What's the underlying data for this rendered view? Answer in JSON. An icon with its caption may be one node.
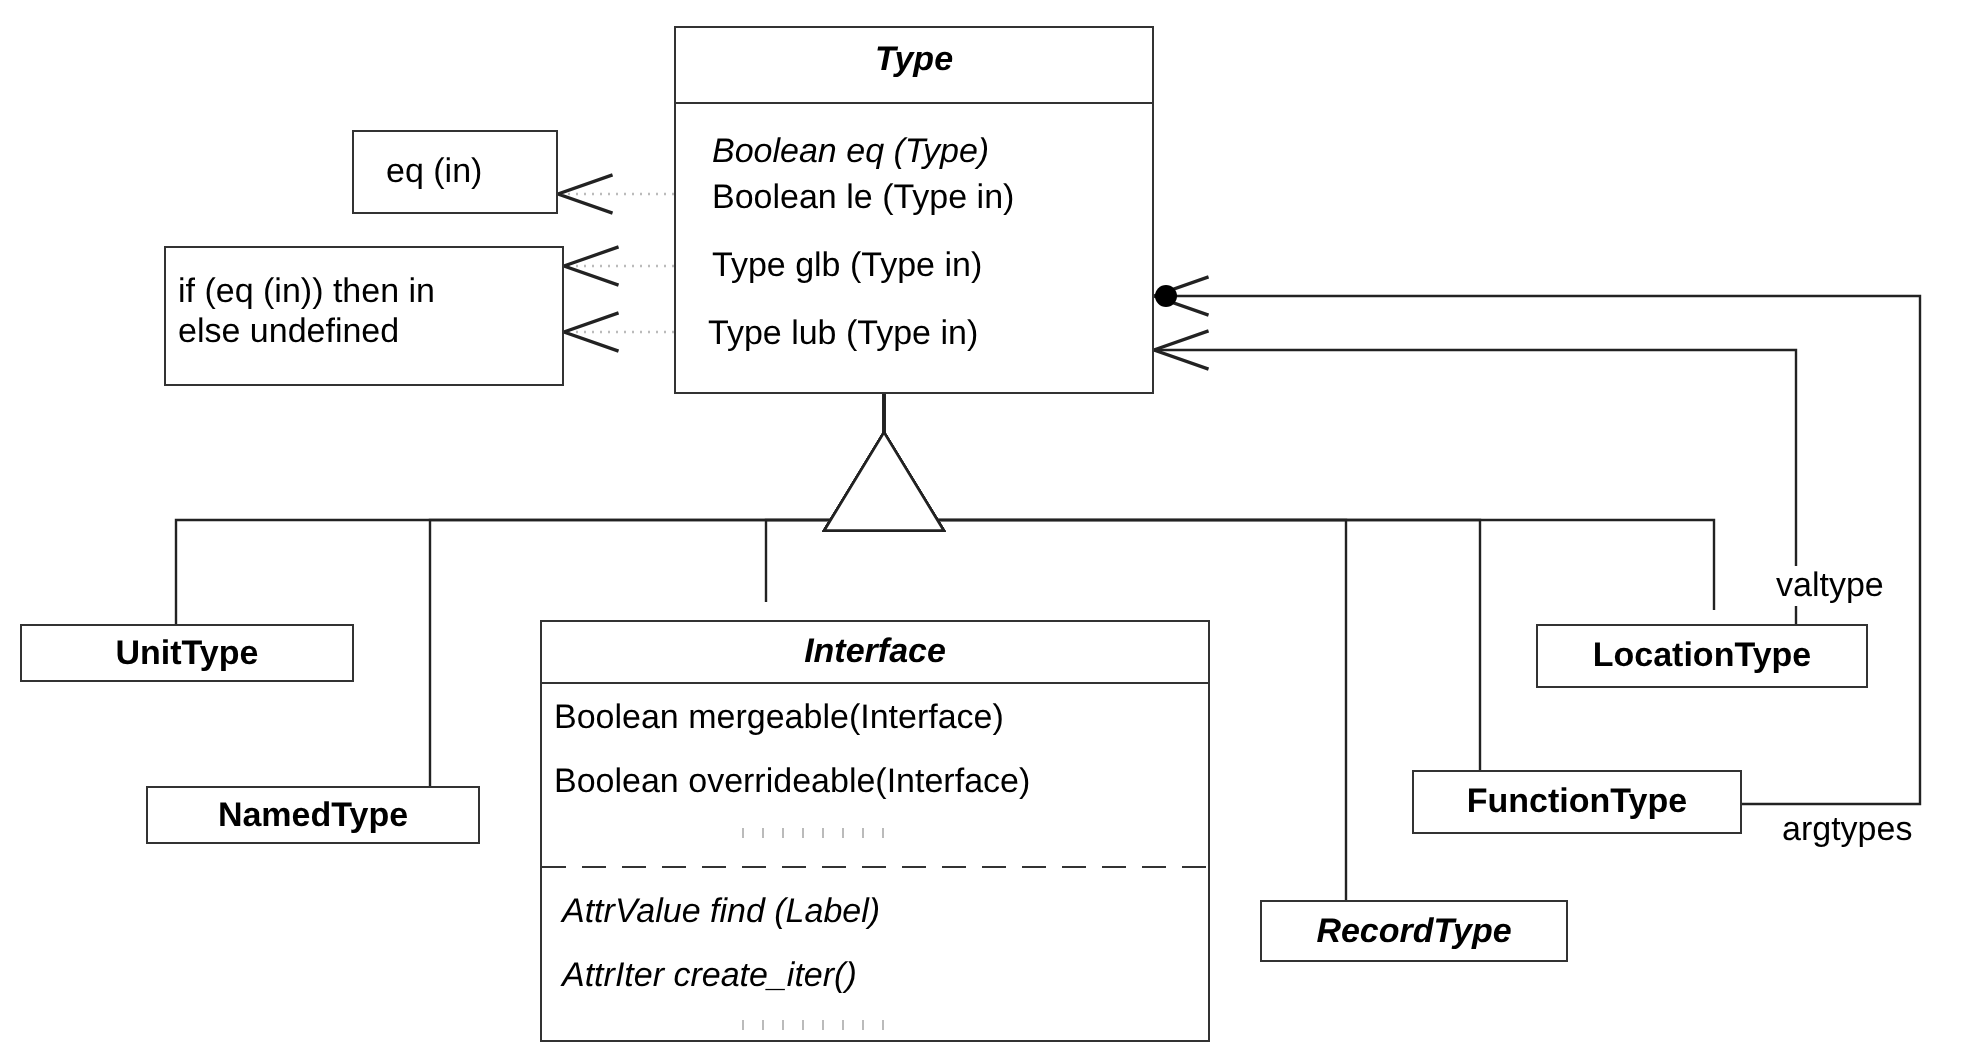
{
  "diagram": {
    "nodes": [
      {
        "text": [
          "Type",
          "Boolean eq (Type)",
          "Boolean le (Type in)",
          "Type glb (Type in)",
          "Type lub (Type in)"
        ]
      },
      {
        "text": [
          "eq (in)"
        ]
      },
      {
        "text": [
          "if (eq (in)) then in else undefined"
        ]
      },
      {
        "text": [
          "UnitType"
        ]
      },
      {
        "text": [
          "NamedType"
        ]
      },
      {
        "text": [
          "Interface",
          "Boolean mergeable(Interface)",
          "Boolean overrideable(Interface)",
          "AttrValue find (Label)",
          "AttrIter create_iter()"
        ]
      },
      {
        "text": [
          "RecordType"
        ]
      },
      {
        "text": [
          "FunctionType"
        ]
      },
      {
        "text": [
          "LocationType"
        ]
      }
    ],
    "edges": [
      {
        "from": 0,
        "to": 1,
        "arrow": "to",
        "style": "dashed",
        "color": "#bbbbbb"
      },
      {
        "from": 0,
        "to": 2,
        "arrow": "to",
        "style": "dashed",
        "color": "#bbbbbb"
      },
      {
        "from": 0,
        "to": 2,
        "arrow": "to",
        "style": "dashed",
        "color": "#bbbbbb"
      },
      {
        "from": 3,
        "to": 0,
        "arrow": "to"
      },
      {
        "from": 4,
        "to": 0,
        "arrow": "to"
      },
      {
        "from": 5,
        "to": 0,
        "arrow": "to"
      },
      {
        "from": 6,
        "to": 0,
        "arrow": "to"
      },
      {
        "from": 7,
        "to": 0,
        "arrow": "to"
      },
      {
        "from": 8,
        "to": 0,
        "arrow": "to"
      },
      {
        "from": 8,
        "to": 0,
        "arrow": "to",
        "label": "valtype"
      },
      {
        "from": 7,
        "to": 0,
        "arrow": "to",
        "label": "argtypes"
      }
    ]
  }
}
